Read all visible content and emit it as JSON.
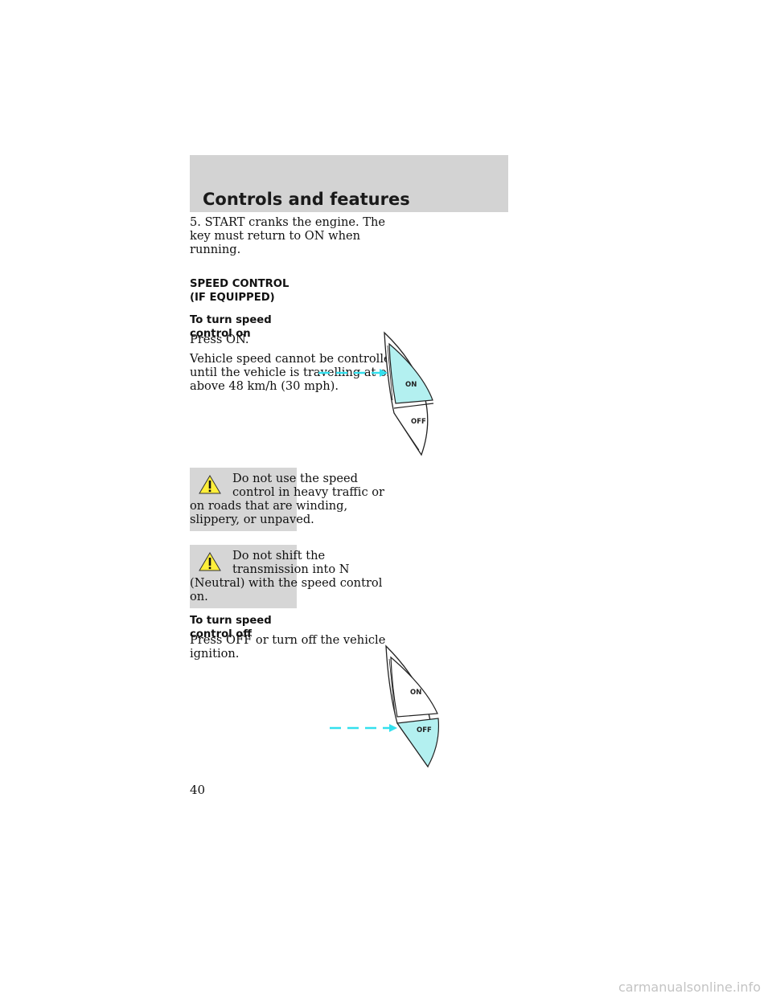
{
  "header": {
    "title": "Controls and features"
  },
  "intro": {
    "lines": [
      "5. START cranks the engine. The",
      "key must return to ON when",
      "running."
    ]
  },
  "section": {
    "heading_lines": [
      "SPEED CONTROL",
      "(IF EQUIPPED)"
    ]
  },
  "turn_on": {
    "heading": "To turn speed control on",
    "press": "Press ON.",
    "lines": [
      "Vehicle speed cannot be controlled",
      "until the vehicle is travelling at or",
      "above 48 km/h (30 mph)."
    ]
  },
  "warnings": [
    {
      "lines": [
        "Do not use the speed",
        "control in heavy traffic or",
        "on roads that are winding,",
        "slippery, or unpaved."
      ]
    },
    {
      "lines": [
        "Do not shift the",
        "transmission into N",
        "(Neutral) with the speed control",
        "on."
      ]
    }
  ],
  "turn_off": {
    "heading": "To turn speed control off",
    "lines": [
      "Press OFF or turn off the vehicle",
      "ignition."
    ]
  },
  "figures": {
    "on_label": "ON",
    "off_label": "OFF",
    "highlight_color": "#b3f0f0",
    "arrow_color": "#33e0ee"
  },
  "page_number": "40",
  "watermark": "carmanualsonline.info"
}
